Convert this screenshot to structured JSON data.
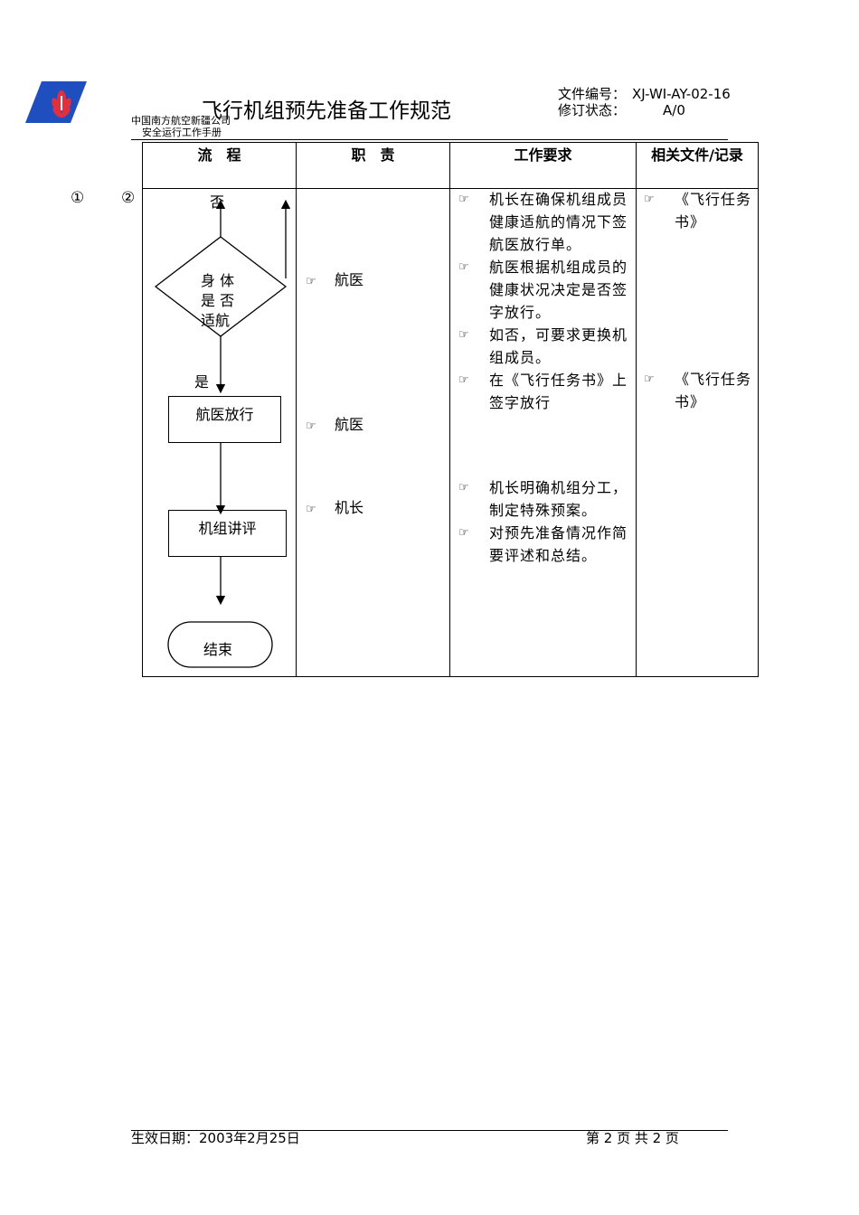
{
  "header": {
    "company_line1": "中国南方航空新疆公司",
    "company_line2": "安全运行工作手册",
    "title": "飞行机组预先准备工作规范",
    "doc_no_label": "文件编号：",
    "doc_no_value": "XJ-WI-AY-02-16",
    "revision_label": "修订状态：",
    "revision_value": "A/0"
  },
  "table": {
    "headers": [
      "流　程",
      "职　责",
      "工作要求",
      "相关文件/记录"
    ],
    "step_markers": [
      "①",
      "②"
    ],
    "flow": {
      "no_label": "否",
      "decision": [
        "身 体",
        "是 否",
        "适航"
      ],
      "yes_label": "是",
      "box1": "航医放行",
      "box2": "机组讲评",
      "end": "结束"
    },
    "duties": [
      "航医",
      "航医",
      "机长"
    ],
    "requirements_group1": [
      "机长在确保机组成员健康适航的情况下签航医放行单。",
      "航医根据机组成员的健康状况决定是否签字放行。",
      "如否，可要求更换机组成员。",
      "在《飞行任务书》上签字放行"
    ],
    "requirements_group2": [
      "机长明确机组分工，制定特殊预案。",
      "对预先准备情况作简要评述和总结。"
    ],
    "documents": [
      "《飞行任务书》",
      "《飞行任务书》"
    ],
    "bullet_icon": "pointing-hand-icon"
  },
  "footer": {
    "effective_date": "生效日期：2003年2月25日",
    "page": "第 2 页 共 2 页"
  }
}
